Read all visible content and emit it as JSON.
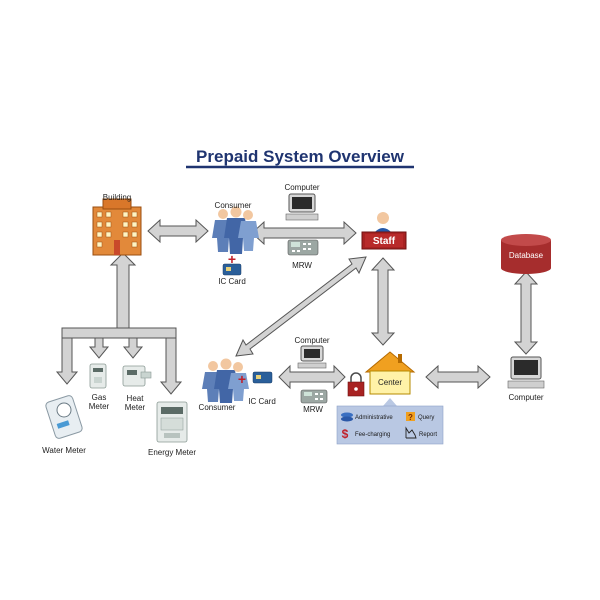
{
  "title": "Prepaid System Overview",
  "labels": {
    "building": "Building",
    "consumer_top": "Consumer",
    "ic_card_top": "IC Card",
    "computer_top": "Computer",
    "mrw_top": "MRW",
    "staff": "Staff",
    "database": "Database",
    "computer_bottom_mid": "Computer",
    "consumer_bottom": "Consumer",
    "ic_card_bottom": "IC Card",
    "mrw_bottom": "MRW",
    "center": "Center",
    "computer_right": "Computer",
    "gas_meter_1": "Gas",
    "gas_meter_2": "Meter",
    "heat_meter_1": "Heat",
    "heat_meter_2": "Meter",
    "water_meter": "Water Meter",
    "energy_meter": "Energy Meter"
  },
  "functions": {
    "administrative": "Administrative",
    "query": "Query",
    "fee_charging": "Fee-charging",
    "report": "Report"
  },
  "colors": {
    "title": "#1f3470",
    "staff_bar": "#a82222",
    "database": "#a62d2d",
    "center_roof": "#f0a020",
    "function_panel": "#b9c8e3",
    "arrow_fill": "#d3d3d3"
  }
}
